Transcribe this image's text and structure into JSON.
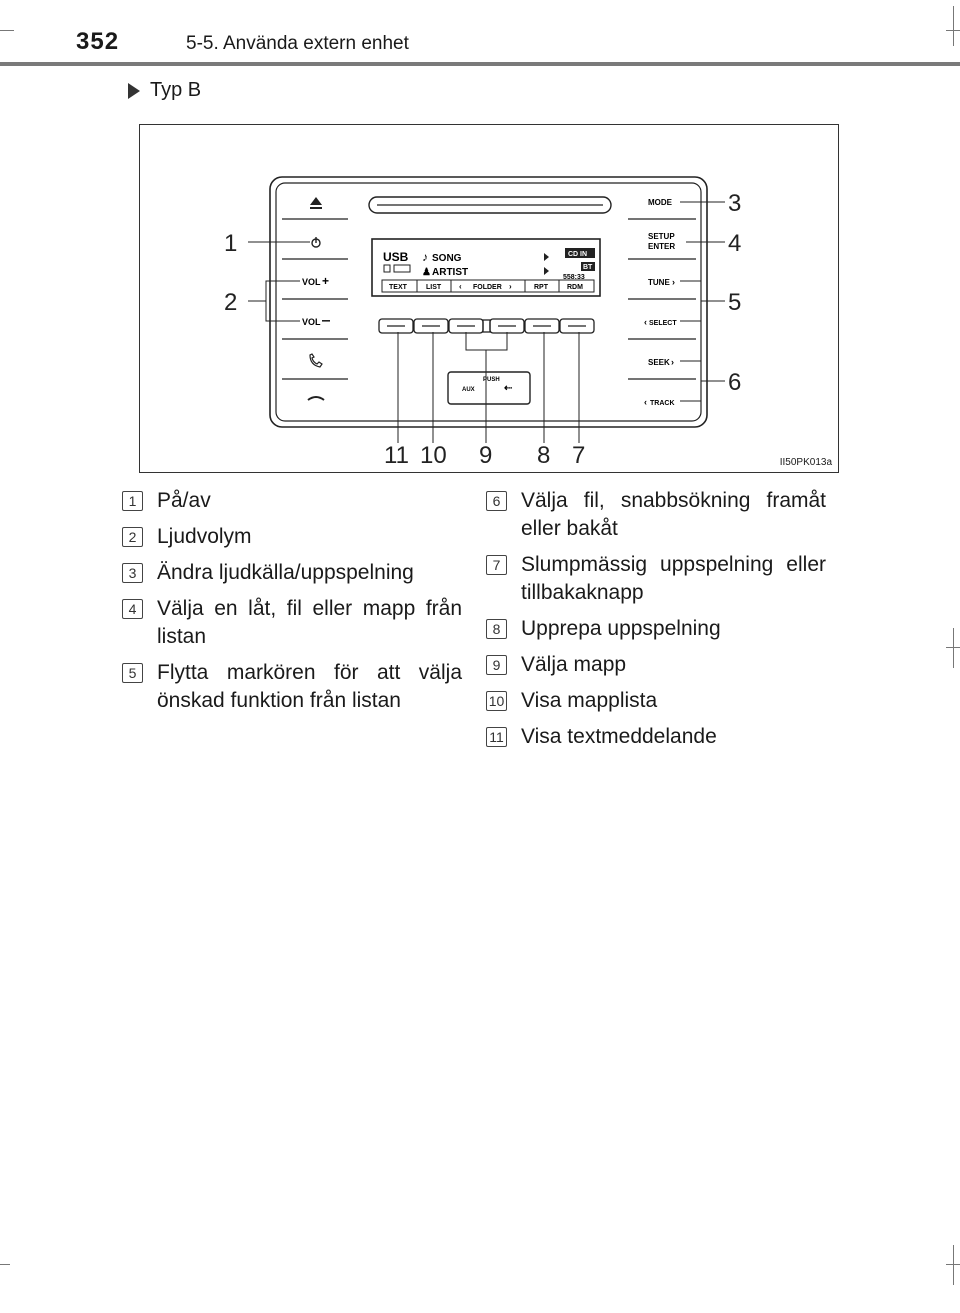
{
  "header": {
    "page_number": "352",
    "section": "5-5. Använda extern enhet"
  },
  "subheading": "Typ B",
  "figure": {
    "code": "II50PK013a",
    "left_buttons": [
      "VOL",
      "VOL"
    ],
    "right_buttons": [
      "MODE",
      "SETUP",
      "ENTER",
      "TUNE",
      "SELECT",
      "SEEK",
      "TRACK"
    ],
    "display": {
      "source": "USB",
      "song": "SONG",
      "artist": "ARTIST",
      "badge_cd": "CD IN",
      "badge_bt": "BT",
      "time": "558:33",
      "softkeys": [
        "TEXT",
        "LIST",
        "FOLDER",
        "RPT",
        "RDM"
      ]
    },
    "aux_push": "PUSH",
    "aux_label": "AUX",
    "callouts": [
      "1",
      "2",
      "3",
      "4",
      "5",
      "6",
      "7",
      "8",
      "9",
      "10",
      "11"
    ]
  },
  "legend_left": [
    {
      "num": "1",
      "text": "På/av"
    },
    {
      "num": "2",
      "text": "Ljudvolym"
    },
    {
      "num": "3",
      "text": "Ändra ljudkälla/uppspelning"
    },
    {
      "num": "4",
      "text": "Välja en låt, fil eller mapp från listan"
    },
    {
      "num": "5",
      "text": "Flytta markören för att välja önskad funktion från listan"
    }
  ],
  "legend_right": [
    {
      "num": "6",
      "text": "Välja fil, snabbsökning framåt eller bakåt"
    },
    {
      "num": "7",
      "text": "Slumpmässig uppspelning eller tillbakaknapp"
    },
    {
      "num": "8",
      "text": "Upprepa uppspelning"
    },
    {
      "num": "9",
      "text": "Välja mapp"
    },
    {
      "num": "10",
      "text": "Visa mapplista"
    },
    {
      "num": "11",
      "text": "Visa textmeddelande"
    }
  ]
}
